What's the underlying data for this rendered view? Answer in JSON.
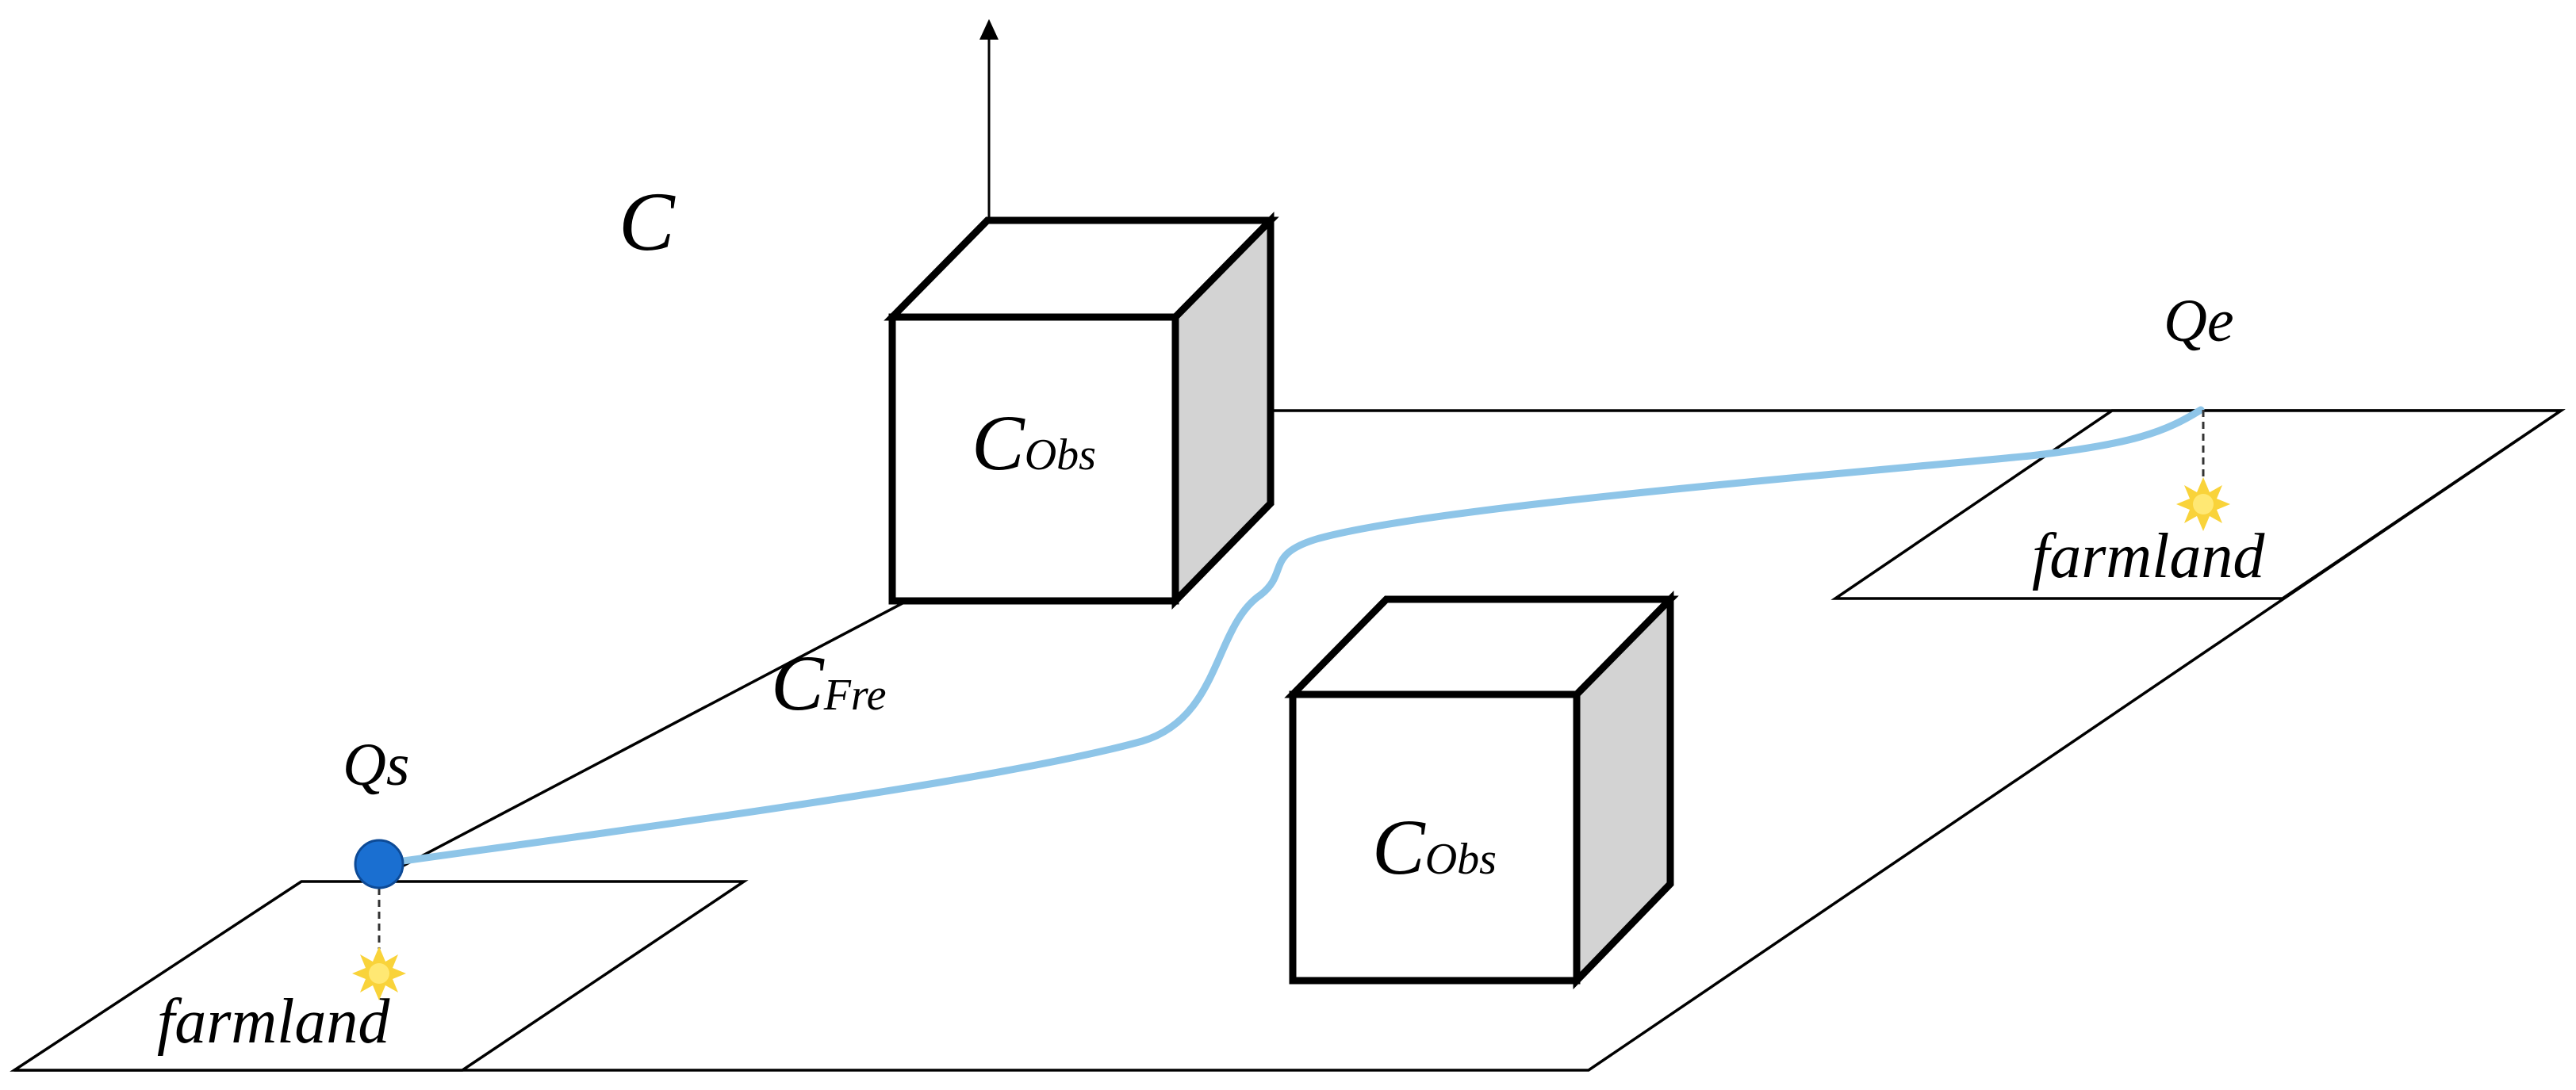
{
  "labels": {
    "space": "C",
    "obstacle_main": "C",
    "obstacle_sub": "Obs",
    "free_main": "C",
    "free_sub": "Fre",
    "start": "Qs",
    "end": "Qe",
    "farmland": "farmland"
  },
  "colors": {
    "path": "#8ec5e8",
    "start_point": "#1a6fd1",
    "start_point_stroke": "#0d4a96",
    "cube_side": "#d3d3d3",
    "marker": "#f9d33a",
    "marker_center": "#ffe873"
  },
  "icons": {
    "start": "circle-marker",
    "farmland_marker": "sun-burst-icon",
    "axis": "arrow-up-icon"
  }
}
